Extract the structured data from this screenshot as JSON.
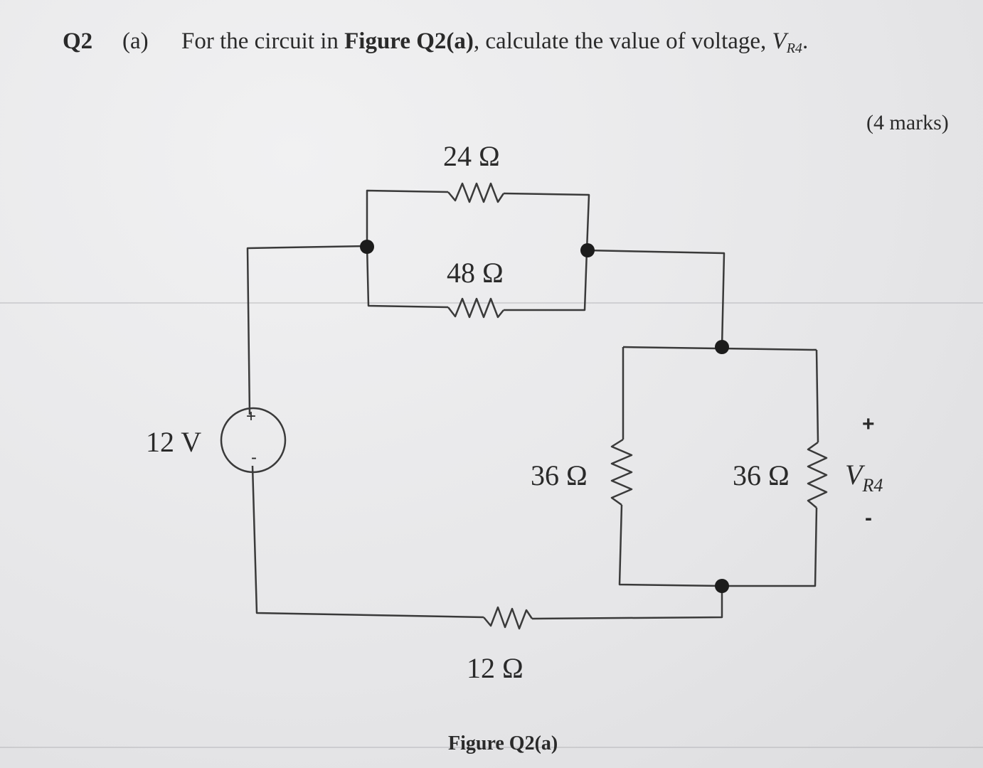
{
  "question": {
    "number": "Q2",
    "part": "(a)",
    "text_prefix": "For the circuit in",
    "figure_ref": "Figure Q2(a)",
    "text_suffix": ", calculate the value of voltage,",
    "voltage_symbol": "V",
    "voltage_subscript": "R4",
    "end_punct": ".",
    "marks": "(4 marks)"
  },
  "circuit": {
    "source": {
      "value": "12 V",
      "plus": "+",
      "minus": "-"
    },
    "r_top": "24 Ω",
    "r_mid": "48 Ω",
    "r_left_shunt": "36 Ω",
    "r4": "36 Ω",
    "r_bottom": "12 Ω",
    "vr4": {
      "plus": "+",
      "symbol": "V",
      "subscript": "R4",
      "minus": "-"
    }
  },
  "caption": "Figure Q2(a)"
}
